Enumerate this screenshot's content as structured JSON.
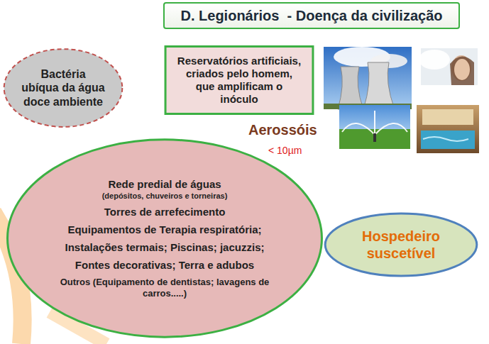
{
  "diagram": {
    "title": "D. Legionários  - Doença da civilização",
    "nodes": [
      {
        "text": [
          "Bactéria ubíqua da água doce ambiente"
        ]
      },
      {
        "text": [
          "Reservatórios artificiais, criados pelo homem, que amplificam o inóculo"
        ]
      },
      {
        "text": [
          "Rede predial de águas",
          "(depósitos, chuveiros e torneiras)",
          "Torres de arrefecimento",
          "Equipamentos de Terapia respiratória;",
          "Instalações termais; Piscinas; jacuzzis;",
          "Fontes decorativas; Terra e adubos",
          "Outros (Equipamento de dentistas; lavagens de carros.....)"
        ]
      },
      {
        "text": [
          "Hospedeiro suscetível"
        ]
      }
    ],
    "labels": [
      "Aerossóis",
      "< 10µm"
    ]
  }
}
